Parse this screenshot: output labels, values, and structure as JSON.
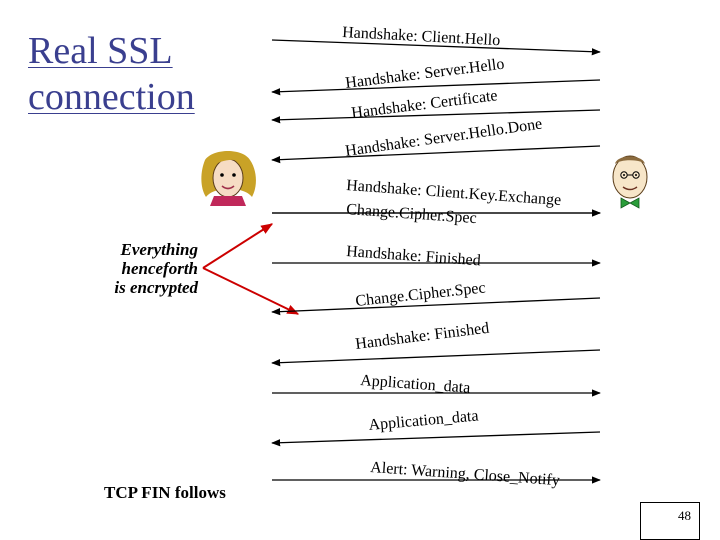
{
  "title": {
    "line1": "Real SSL",
    "line2": "connection"
  },
  "note": {
    "line1": "Everything",
    "line2": "henceforth",
    "line3": "is encrypted"
  },
  "fin_label": "TCP FIN follows",
  "page_number": "48",
  "messages": [
    {
      "label": "Handshake: Client.Hello",
      "direction": "right"
    },
    {
      "label": "Handshake: Server.Hello",
      "direction": "left"
    },
    {
      "label": "Handshake: Certificate",
      "direction": "left"
    },
    {
      "label": "Handshake: Server.Hello.Done",
      "direction": "left"
    },
    {
      "label": "Handshake: Client.Key.Exchange",
      "direction": "right"
    },
    {
      "label": "Change.Cipher.Spec",
      "direction": "right"
    },
    {
      "label": "Handshake: Finished",
      "direction": "right"
    },
    {
      "label": "Change.Cipher.Spec",
      "direction": "left"
    },
    {
      "label": "Handshake: Finished",
      "direction": "left"
    },
    {
      "label": "Application_data",
      "direction": "right"
    },
    {
      "label": "Application_data",
      "direction": "left"
    },
    {
      "label": "Alert: Warning, Close_Notify",
      "direction": "right"
    }
  ],
  "colors": {
    "title": "#3a3f8f",
    "encrypted_arrow": "#cc0000"
  }
}
